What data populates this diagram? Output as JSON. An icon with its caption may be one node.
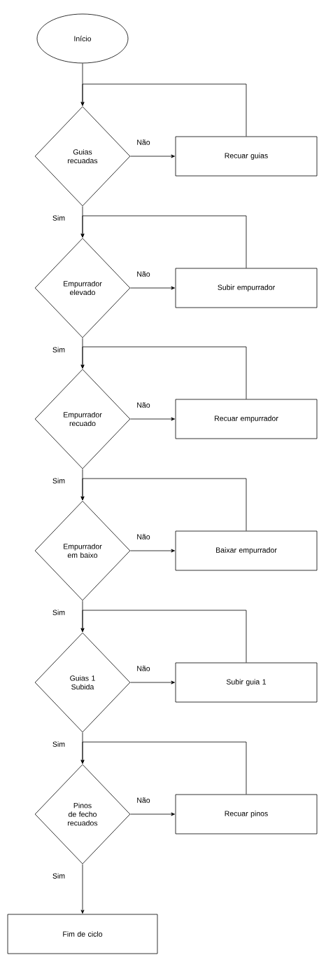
{
  "diagram": {
    "nodes": [
      {
        "text": [
          "Início"
        ]
      },
      {
        "text": [
          "Guias recuadas"
        ]
      },
      {
        "text": [
          "Recuar guias"
        ]
      },
      {
        "text": [
          "Empurrador elevado"
        ]
      },
      {
        "text": [
          "Subir empurrador"
        ]
      },
      {
        "text": [
          "Empurrador recuado"
        ]
      },
      {
        "text": [
          "Recuar empurrador"
        ]
      },
      {
        "text": [
          "Empurrador em baixo"
        ]
      },
      {
        "text": [
          "Baixar empurrador"
        ]
      },
      {
        "text": [
          "Guias 1 Subida"
        ]
      },
      {
        "text": [
          "Subir guia 1"
        ]
      },
      {
        "text": [
          "Pinos de fecho recuados"
        ]
      },
      {
        "text": [
          "Recuar pinos"
        ]
      },
      {
        "text": [
          "Fim de ciclo"
        ]
      }
    ],
    "edges": [
      {
        "from": 0,
        "to": 1,
        "arrow": "to"
      },
      {
        "from": 1,
        "to": 2,
        "arrow": "to",
        "label": "Não"
      },
      {
        "from": 2,
        "to": 1,
        "arrow": "to"
      },
      {
        "from": 1,
        "to": 3,
        "arrow": "to",
        "label": "Sim"
      },
      {
        "from": 3,
        "to": 4,
        "arrow": "to",
        "label": "Não"
      },
      {
        "from": 4,
        "to": 3,
        "arrow": "to"
      },
      {
        "from": 3,
        "to": 5,
        "arrow": "to",
        "label": "Sim"
      },
      {
        "from": 5,
        "to": 6,
        "arrow": "to",
        "label": "Não"
      },
      {
        "from": 6,
        "to": 5,
        "arrow": "to"
      },
      {
        "from": 5,
        "to": 7,
        "arrow": "to",
        "label": "Sim"
      },
      {
        "from": 7,
        "to": 8,
        "arrow": "to",
        "label": "Não"
      },
      {
        "from": 8,
        "to": 7,
        "arrow": "to"
      },
      {
        "from": 7,
        "to": 9,
        "arrow": "to",
        "label": "Sim"
      },
      {
        "from": 9,
        "to": 10,
        "arrow": "to",
        "label": "Não"
      },
      {
        "from": 10,
        "to": 9,
        "arrow": "to"
      },
      {
        "from": 9,
        "to": 11,
        "arrow": "to",
        "label": "Sim"
      },
      {
        "from": 11,
        "to": 12,
        "arrow": "to",
        "label": "Não"
      },
      {
        "from": 12,
        "to": 11,
        "arrow": "to"
      },
      {
        "from": 11,
        "to": 13,
        "arrow": "to",
        "label": "Sim"
      }
    ]
  }
}
